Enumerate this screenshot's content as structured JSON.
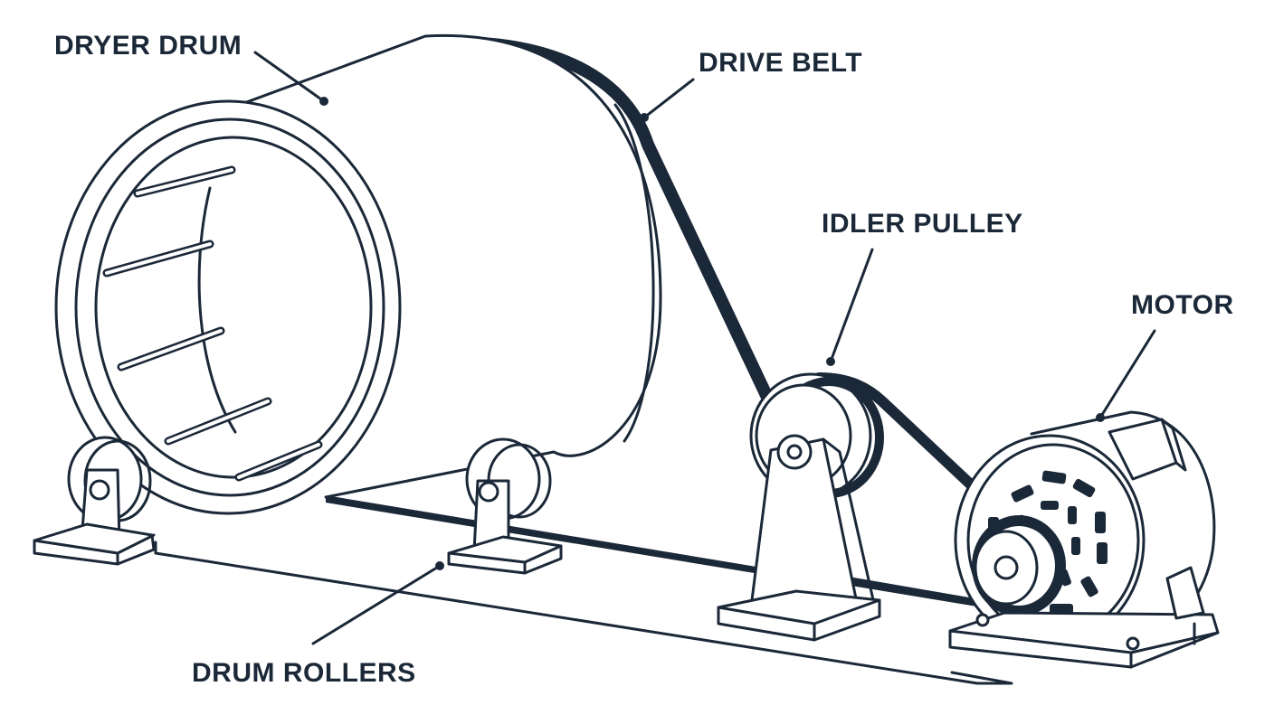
{
  "diagram": {
    "labels": {
      "dryer_drum": "DRYER DRUM",
      "drive_belt": "DRIVE BELT",
      "idler_pulley": "IDLER PULLEY",
      "motor": "MOTOR",
      "drum_rollers": "DRUM ROLLERS"
    },
    "colors": {
      "ink": "#1b2838",
      "background": "#ffffff"
    }
  }
}
